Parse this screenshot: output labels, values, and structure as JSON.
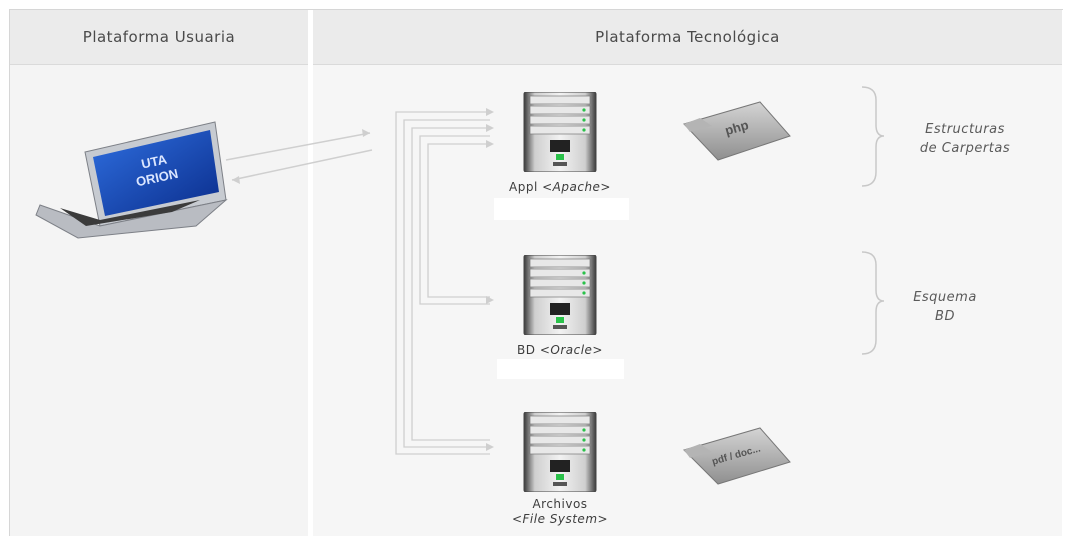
{
  "headers": {
    "user_platform": "Plataforma Usuaria",
    "tech_platform": "Plataforma Tecnológica"
  },
  "laptop": {
    "screen_line1": "UTA",
    "screen_line2": "ORION"
  },
  "servers": [
    {
      "name": "Appl",
      "detail": "<Apache>"
    },
    {
      "name": "BD",
      "detail": "<Oracle>"
    },
    {
      "name": "Archivos",
      "detail": "<File System>"
    }
  ],
  "folders": [
    {
      "label": "php"
    },
    {
      "label": "pdf / doc..."
    }
  ],
  "annotations": {
    "structure_line1": "Estructuras",
    "structure_line2": "de Carpertas",
    "schema_line1": "Esquema",
    "schema_line2": "BD"
  }
}
